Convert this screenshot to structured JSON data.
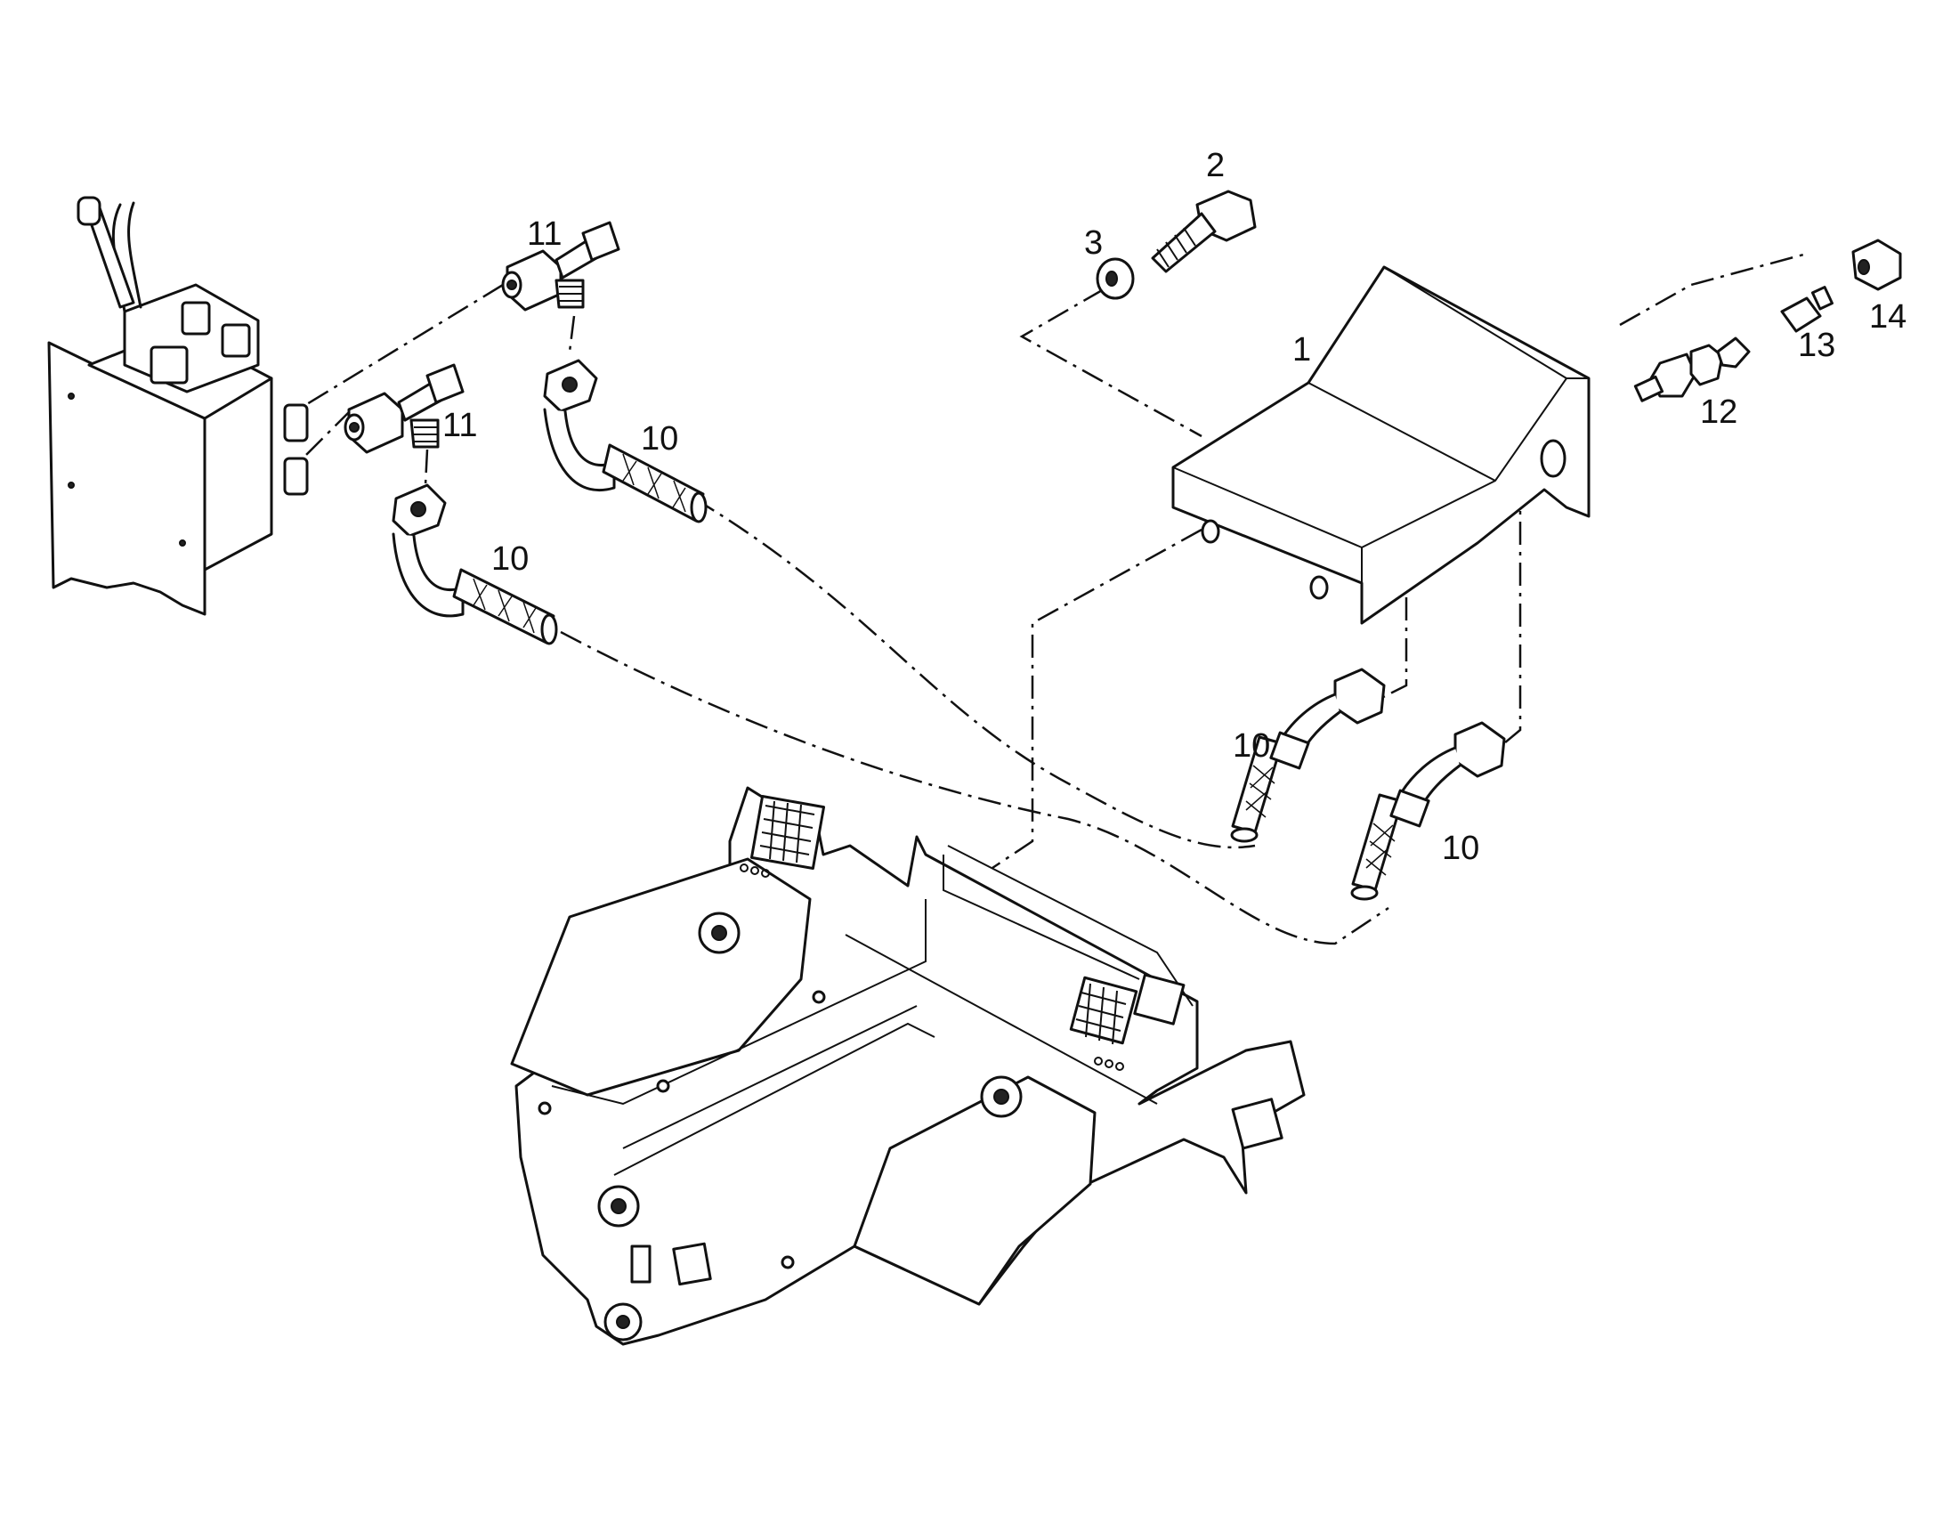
{
  "diagram": {
    "callouts": {
      "c1": "1",
      "c2": "2",
      "c3": "3",
      "c10a": "10",
      "c10b": "10",
      "c10c": "10",
      "c10d": "10",
      "c11a": "11",
      "c11b": "11",
      "c12": "12",
      "c13": "13",
      "c14": "14"
    }
  }
}
